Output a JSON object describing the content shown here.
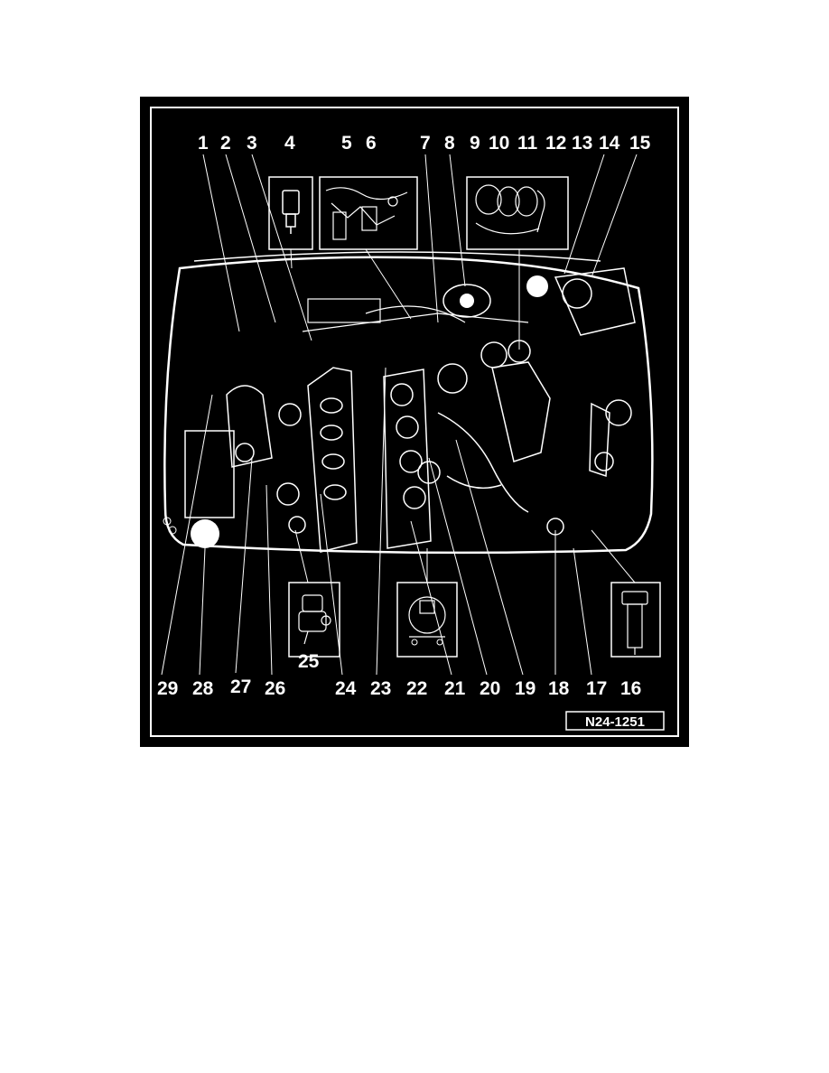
{
  "figure": {
    "id": "N24-1251",
    "top_callouts": [
      "1",
      "2",
      "3",
      "4",
      "5",
      "6",
      "7",
      "8",
      "9",
      "10",
      "11",
      "12",
      "13",
      "14",
      "15"
    ],
    "bottom_callouts": [
      "29",
      "28",
      "27",
      "26",
      "25",
      "24",
      "23",
      "22",
      "21",
      "20",
      "19",
      "18",
      "17",
      "16"
    ],
    "colors": {
      "background": "#000000",
      "linework": "#ffffff",
      "page": "#ffffff"
    }
  }
}
